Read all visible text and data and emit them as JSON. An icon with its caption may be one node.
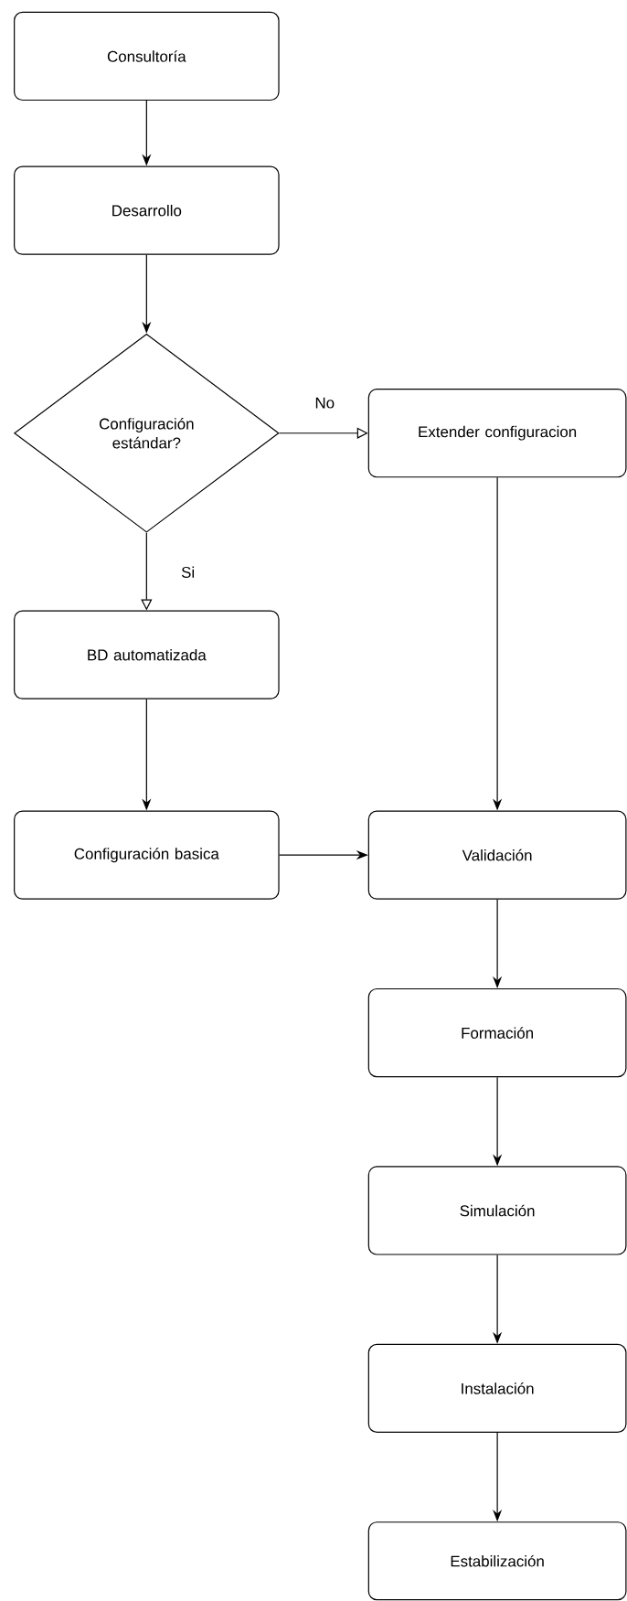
{
  "diagram": {
    "nodes": [
      {
        "text": [
          "Consultoría"
        ]
      },
      {
        "text": [
          "Desarrollo"
        ]
      },
      {
        "text": [
          "Configuración estándar?"
        ]
      },
      {
        "text": [
          "Extender configuracion"
        ]
      },
      {
        "text": [
          "BD automatizada"
        ]
      },
      {
        "text": [
          "Configuración basica"
        ]
      },
      {
        "text": [
          "Validación"
        ]
      },
      {
        "text": [
          "Formación"
        ]
      },
      {
        "text": [
          "Simulación"
        ]
      },
      {
        "text": [
          "Instalación"
        ]
      },
      {
        "text": [
          "Estabilización"
        ]
      }
    ],
    "edges": [
      {
        "from": 0,
        "to": 1,
        "arrow": "to"
      },
      {
        "from": 1,
        "to": 2,
        "arrow": "to"
      },
      {
        "from": 2,
        "to": 3,
        "arrow": "to",
        "label": "No"
      },
      {
        "from": 2,
        "to": 4,
        "arrow": "to",
        "label": "Si"
      },
      {
        "from": 3,
        "to": 6,
        "arrow": "to"
      },
      {
        "from": 4,
        "to": 5,
        "arrow": "to"
      },
      {
        "from": 5,
        "to": 6,
        "arrow": "to"
      },
      {
        "from": 6,
        "to": 7,
        "arrow": "to"
      },
      {
        "from": 7,
        "to": 8,
        "arrow": "to"
      },
      {
        "from": 8,
        "to": 9,
        "arrow": "to"
      },
      {
        "from": 9,
        "to": 10,
        "arrow": "to"
      }
    ]
  }
}
